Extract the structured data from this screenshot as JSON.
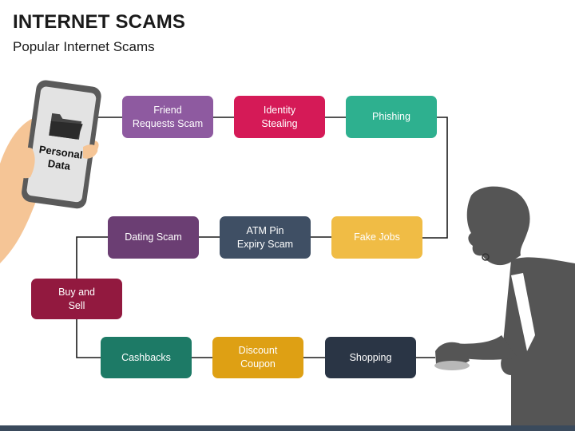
{
  "header": {
    "title": "INTERNET SCAMS",
    "subtitle": "Popular Internet Scams"
  },
  "phone": {
    "label": "Personal\nData",
    "icon": "folder-icon"
  },
  "boxes": [
    {
      "label": "Friend\nRequests Scam",
      "color": "#8e5aa0"
    },
    {
      "label": "Identity\nStealing",
      "color": "#d51a57"
    },
    {
      "label": "Phishing",
      "color": "#2eb08f"
    },
    {
      "label": "Fake Jobs",
      "color": "#f0bc45"
    },
    {
      "label": "ATM Pin\nExpiry Scam",
      "color": "#3f4f64"
    },
    {
      "label": "Dating Scam",
      "color": "#6b3e73"
    },
    {
      "label": "Buy and\nSell",
      "color": "#92193f"
    },
    {
      "label": "Cashbacks",
      "color": "#1d7a66"
    },
    {
      "label": "Discount\nCoupon",
      "color": "#dea014"
    },
    {
      "label": "Shopping",
      "color": "#2a3545"
    }
  ],
  "colors": {
    "connector": "#1a1a1a",
    "silhouette": "#555555",
    "skin": "#f5c596"
  }
}
